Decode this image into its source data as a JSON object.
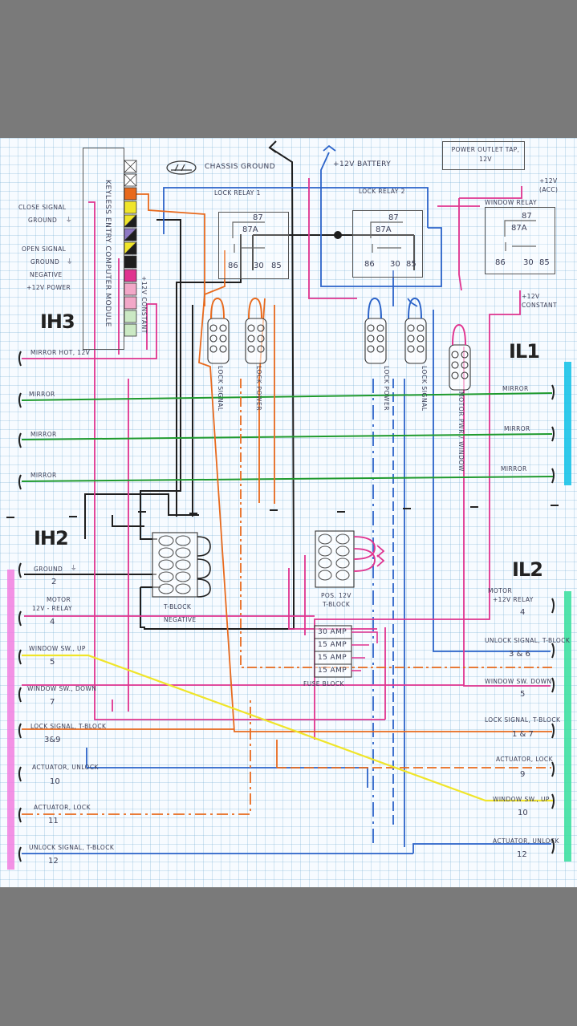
{
  "module": {
    "name": "Keyless Entry Computer Module",
    "pins": [
      "Close Signal",
      "Ground",
      "Open Signal",
      "Ground",
      "Negative",
      "+12v Power"
    ],
    "unlit": "+12v constant"
  },
  "top_labels": {
    "chassis_ground": "Chassis Ground",
    "battery": "+12v Battery",
    "power_outlet": "Power Outlet Tap, 12v",
    "acc": "+12v (ACC)",
    "constant": "+12v Constant"
  },
  "relays": [
    {
      "title": "Lock Relay 1",
      "pins": {
        "p87": "87",
        "p87a": "87a",
        "p86": "86",
        "p30": "30",
        "p85": "85"
      }
    },
    {
      "title": "Lock Relay 2",
      "pins": {
        "p87": "87",
        "p87a": "87a",
        "p86": "86",
        "p30": "30",
        "p85": "85"
      }
    },
    {
      "title": "Window Relay",
      "pins": {
        "p87": "87",
        "p87a": "87a",
        "p86": "86",
        "p30": "30",
        "p85": "85"
      }
    }
  ],
  "connector_labels": [
    "Lock Signal",
    "Lock Power",
    "Lock Power",
    "Lock Signal",
    "Motor Pwr / Window"
  ],
  "connectors": {
    "ih3": "IH3",
    "ih2": "IH2",
    "il1": "IL1",
    "il2": "IL2"
  },
  "left_wires": {
    "mirror_hot": "Mirror Hot, 12v",
    "mirror1": "Mirror",
    "mirror2": "Mirror",
    "mirror3": "Mirror",
    "ground": "Ground",
    "ground_num": "2",
    "motor": "Motor",
    "motor2": "12v - Relay",
    "motor_num": "4",
    "window_up": "Window SW., Up",
    "window_up_num": "5",
    "window_down": "Window SW., Down",
    "window_down_num": "7",
    "lock_signal": "Lock Signal, T-Block",
    "lock_signal_num": "3&9",
    "act_unlock": "Actuator, Unlock",
    "act_unlock_num": "10",
    "act_lock": "Actuator, Lock",
    "act_lock_num": "11",
    "unlock_signal": "Unlock Signal, T-Block",
    "unlock_signal_num": "12"
  },
  "right_wires": {
    "mirror1": "Mirror",
    "mirror2": "Mirror",
    "mirror3": "Mirror",
    "motor": "Motor",
    "motor2": "+12v Relay",
    "motor_num": "4",
    "unlock_signal": "Unlock Signal, T-Block",
    "unlock_signal_num": "3 & 6",
    "window_down": "Window Sw. Down",
    "window_down_num": "5",
    "lock_signal": "Lock Signal, T-Block",
    "lock_signal_num": "1 & 7",
    "act_lock": "Actuator, Lock",
    "act_lock_num": "9",
    "window_up": "Window Sw., Up",
    "window_up_num": "10",
    "act_unlock": "Actuator, Unlock",
    "act_unlock_num": "12"
  },
  "blocks": {
    "tblock_neg": "T-Block",
    "negative": "Negative",
    "pos_title": "Pos. 12v",
    "pos_sub": "T-Block",
    "fuses": [
      "30 Amp",
      "15 Amp",
      "15 Amp",
      "15 Amp"
    ],
    "fuse_block": "Fuse Block"
  },
  "colors": {
    "black": "#1e1e1e",
    "blue": "#2b63c9",
    "pink": "#e0338f",
    "green": "#1f9a2e",
    "orange": "#e86a1d",
    "yellow": "#f0e52a",
    "purple": "#8f79c4",
    "tab_pink": "#f27fe0",
    "tab_cyan": "#19c3e8",
    "tab_green": "#3fe0a2"
  }
}
